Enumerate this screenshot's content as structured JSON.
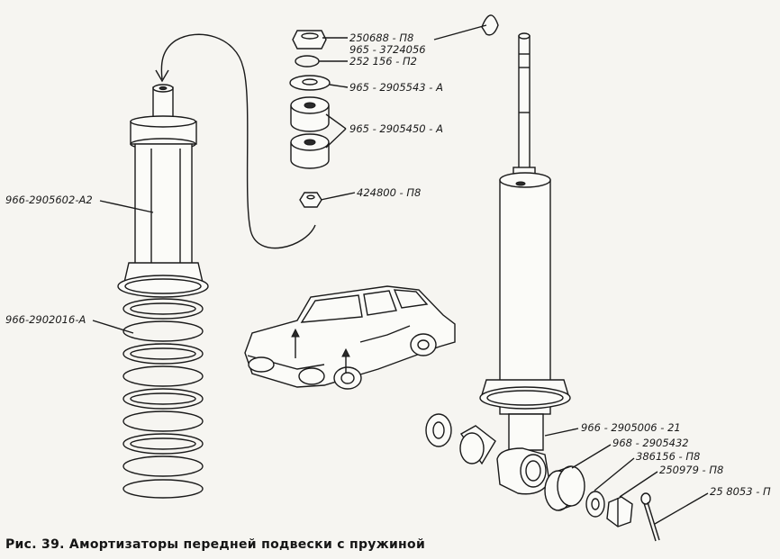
{
  "labels": {
    "nut_top": "250688 - П8",
    "cap": "965 - 3724056",
    "washer_spring": "252 156 - П2",
    "washer_top": "965 - 2905543 - А",
    "cushion": "965 - 2905450 - А",
    "nut_small": "424800 - П8",
    "shock_body": "966-2905602-А2",
    "spring": "966-2902016-А",
    "shock_lower": "966 - 2905006 - 21",
    "bushing": "968 - 2905432",
    "washer_bottom": "386156 - П8",
    "castle_nut": "250979 - П8",
    "cotter_pin": "25 8053 - П"
  },
  "caption": "Рис. 39. Амортизаторы передней подвески с пружиной"
}
